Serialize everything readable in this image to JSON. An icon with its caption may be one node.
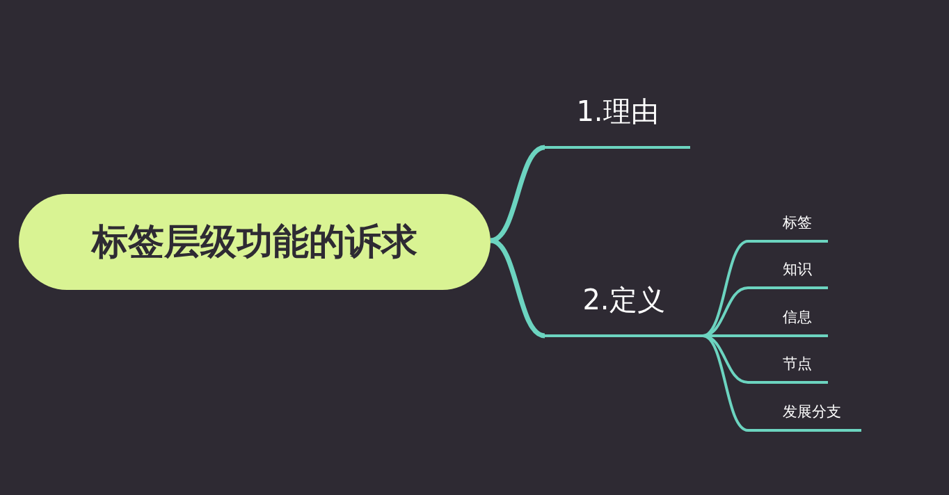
{
  "diagram": {
    "nodes": [
      {
        "text": [
          "标签层级功能的诉求"
        ]
      },
      {
        "text": [
          "1.理由"
        ]
      },
      {
        "text": [
          "2.定义"
        ]
      },
      {
        "text": [
          "标签"
        ]
      },
      {
        "text": [
          "知识"
        ]
      },
      {
        "text": [
          "信息"
        ]
      },
      {
        "text": [
          "节点"
        ]
      },
      {
        "text": [
          "发展分支"
        ]
      }
    ],
    "edges": [
      {
        "from": 0,
        "to": 1,
        "arrow": "none"
      },
      {
        "from": 0,
        "to": 2,
        "arrow": "none"
      },
      {
        "from": 2,
        "to": 3,
        "arrow": "none"
      },
      {
        "from": 2,
        "to": 4,
        "arrow": "none"
      },
      {
        "from": 2,
        "to": 5,
        "arrow": "none"
      },
      {
        "from": 2,
        "to": 6,
        "arrow": "none"
      },
      {
        "from": 2,
        "to": 7,
        "arrow": "none"
      }
    ]
  }
}
